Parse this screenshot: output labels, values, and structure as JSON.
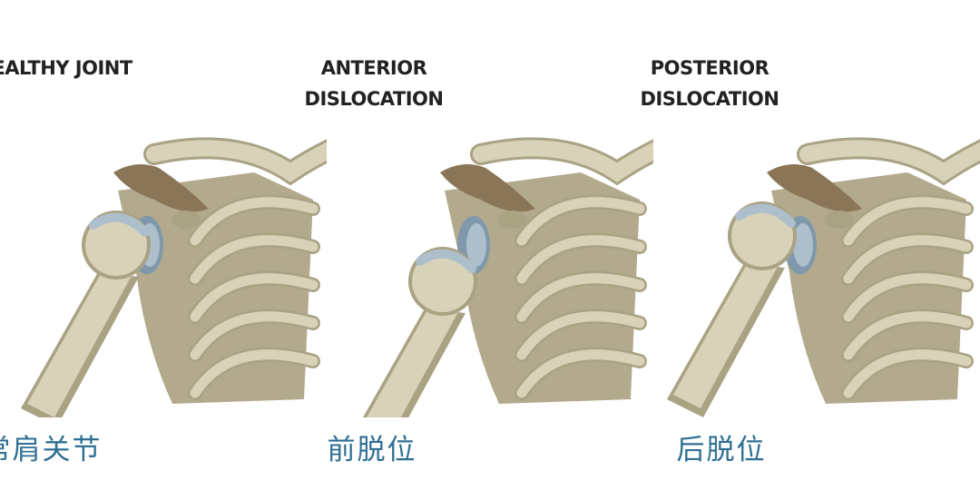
{
  "colors": {
    "bone": "#d8d2b8",
    "bone_shadow": "#a9a283",
    "scapula": "#b3a98c",
    "acromion": "#8a7656",
    "cartilage": "#aebfcc",
    "socket": "#7f98ab",
    "label": "#2f6f93",
    "title": "#222222"
  },
  "panels": [
    {
      "title_line1": "HEALTHY JOINT",
      "title_line2": "",
      "label": "正常肩关节",
      "state": "healthy"
    },
    {
      "title_line1": "ANTERIOR",
      "title_line2": "DISLOCATION",
      "label": "前脱位",
      "state": "anterior"
    },
    {
      "title_line1": "POSTERIOR",
      "title_line2": "DISLOCATION",
      "label": "后脱位",
      "state": "posterior"
    }
  ]
}
